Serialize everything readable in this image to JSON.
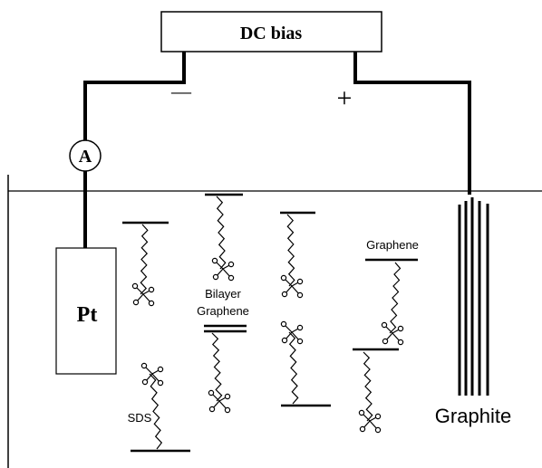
{
  "labels": {
    "dc_bias": "DC bias",
    "minus": "—",
    "plus": "+",
    "ammeter": "A",
    "pt": "Pt",
    "graphene": "Graphene",
    "bilayer_line1": "Bilayer",
    "bilayer_line2": "Graphene",
    "sds": "SDS",
    "graphite": "Graphite"
  }
}
